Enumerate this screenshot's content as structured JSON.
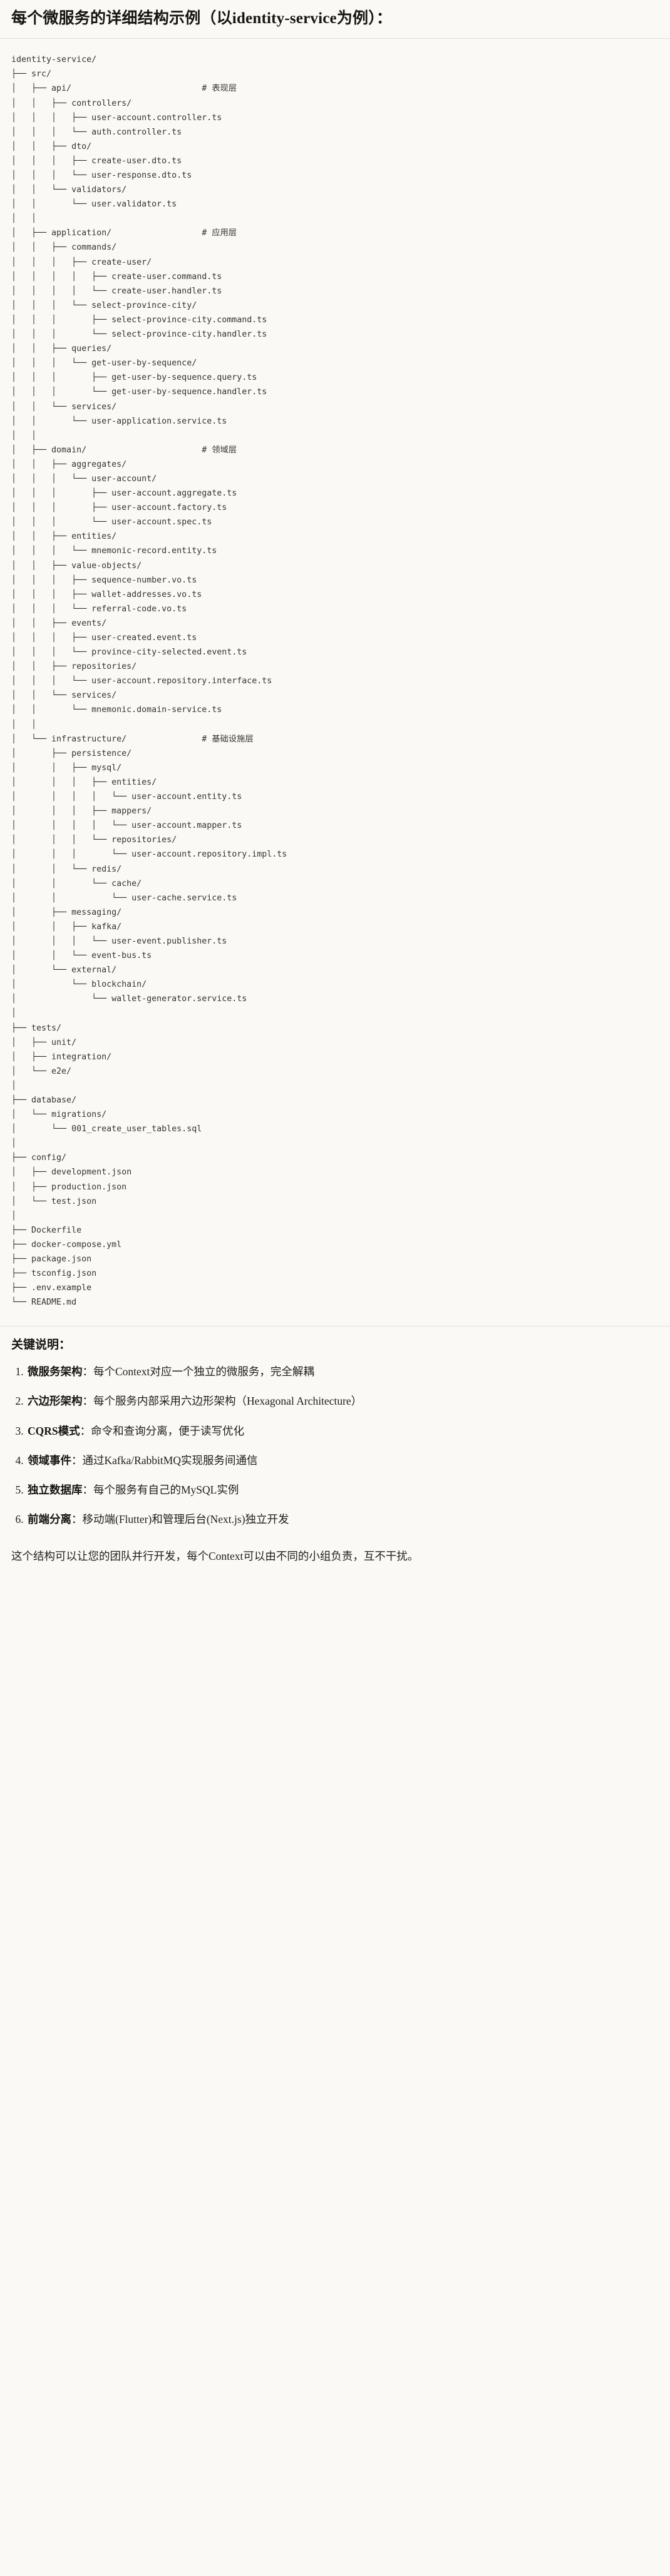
{
  "heading": "每个微服务的详细结构示例（以identity-service为例）：",
  "tree": {
    "root_label": "identity-service/",
    "comments": {
      "api": "# 表现层",
      "application": "# 应用层",
      "domain": "# 领域层",
      "infrastructure": "# 基础设施层"
    },
    "text": "identity-service/\n├── src/\n│   ├── api/                          # 表现层\n│   │   ├── controllers/\n│   │   │   ├── user-account.controller.ts\n│   │   │   └── auth.controller.ts\n│   │   ├── dto/\n│   │   │   ├── create-user.dto.ts\n│   │   │   └── user-response.dto.ts\n│   │   └── validators/\n│   │       └── user.validator.ts\n│   │\n│   ├── application/                  # 应用层\n│   │   ├── commands/\n│   │   │   ├── create-user/\n│   │   │   │   ├── create-user.command.ts\n│   │   │   │   └── create-user.handler.ts\n│   │   │   └── select-province-city/\n│   │   │       ├── select-province-city.command.ts\n│   │   │       └── select-province-city.handler.ts\n│   │   ├── queries/\n│   │   │   └── get-user-by-sequence/\n│   │   │       ├── get-user-by-sequence.query.ts\n│   │   │       └── get-user-by-sequence.handler.ts\n│   │   └── services/\n│   │       └── user-application.service.ts\n│   │\n│   ├── domain/                       # 领域层\n│   │   ├── aggregates/\n│   │   │   └── user-account/\n│   │   │       ├── user-account.aggregate.ts\n│   │   │       ├── user-account.factory.ts\n│   │   │       └── user-account.spec.ts\n│   │   ├── entities/\n│   │   │   └── mnemonic-record.entity.ts\n│   │   ├── value-objects/\n│   │   │   ├── sequence-number.vo.ts\n│   │   │   ├── wallet-addresses.vo.ts\n│   │   │   └── referral-code.vo.ts\n│   │   ├── events/\n│   │   │   ├── user-created.event.ts\n│   │   │   └── province-city-selected.event.ts\n│   │   ├── repositories/\n│   │   │   └── user-account.repository.interface.ts\n│   │   └── services/\n│   │       └── mnemonic.domain-service.ts\n│   │\n│   └── infrastructure/               # 基础设施层\n│       ├── persistence/\n│       │   ├── mysql/\n│       │   │   ├── entities/\n│       │   │   │   └── user-account.entity.ts\n│       │   │   ├── mappers/\n│       │   │   │   └── user-account.mapper.ts\n│       │   │   └── repositories/\n│       │   │       └── user-account.repository.impl.ts\n│       │   └── redis/\n│       │       └── cache/\n│       │           └── user-cache.service.ts\n│       ├── messaging/\n│       │   ├── kafka/\n│       │   │   └── user-event.publisher.ts\n│       │   └── event-bus.ts\n│       └── external/\n│           └── blockchain/\n│               └── wallet-generator.service.ts\n│\n├── tests/\n│   ├── unit/\n│   ├── integration/\n│   └── e2e/\n│\n├── database/\n│   └── migrations/\n│       └── 001_create_user_tables.sql\n│\n├── config/\n│   ├── development.json\n│   ├── production.json\n│   └── test.json\n│\n├── Dockerfile\n├── docker-compose.yml\n├── package.json\n├── tsconfig.json\n├── .env.example\n└── README.md"
  },
  "keys": {
    "title": "关键说明：",
    "items": [
      {
        "term": "微服务架构",
        "sep": "：",
        "desc": "每个Context对应一个独立的微服务，完全解耦"
      },
      {
        "term": "六边形架构",
        "sep": "：",
        "desc": "每个服务内部采用六边形架构（Hexagonal Architecture）"
      },
      {
        "term": "CQRS模式",
        "sep": "：",
        "desc": "命令和查询分离，便于读写优化"
      },
      {
        "term": "领域事件",
        "sep": "：",
        "desc": "通过Kafka/RabbitMQ实现服务间通信"
      },
      {
        "term": "独立数据库",
        "sep": "：",
        "desc": "每个服务有自己的MySQL实例"
      },
      {
        "term": "前端分离",
        "sep": "：",
        "desc": "移动端(Flutter)和管理后台(Next.js)独立开发"
      }
    ]
  },
  "closing": "这个结构可以让您的团队并行开发，每个Context可以由不同的小组负责，互不干扰。"
}
